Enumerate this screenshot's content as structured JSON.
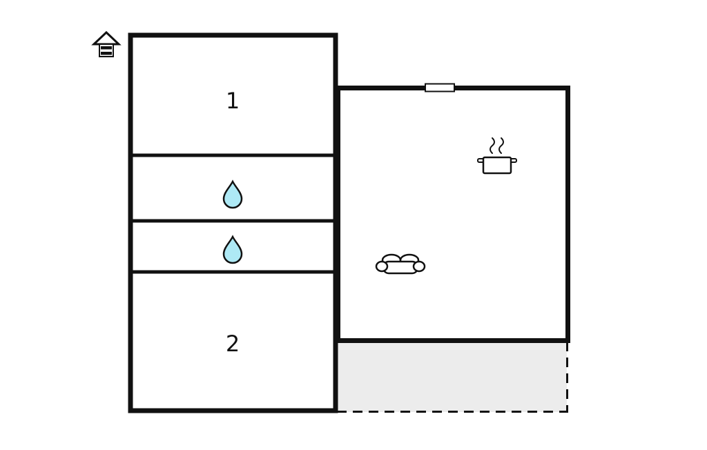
{
  "plan": {
    "title": "floor-plan",
    "room_labels": {
      "room1": "1",
      "room2": "2"
    },
    "colors": {
      "wall": "#111111",
      "water_drop": "#aee9f5",
      "terrace_fill": "#ececec",
      "background": "#ffffff"
    },
    "icons": {
      "well": "well-icon",
      "drop_upper": "water-drop-icon",
      "drop_lower": "water-drop-icon",
      "pot": "steaming-pot-icon",
      "sofa": "sofa-icon",
      "window": "window-marker-icon"
    }
  }
}
